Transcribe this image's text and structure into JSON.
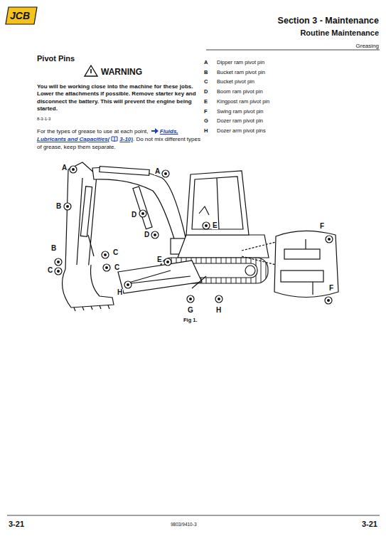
{
  "diagram": {
    "title": "Section 3 - Maintenance",
    "labels": [
      "JCB",
      "Routine Maintenance",
      "Greasing",
      "Pivot Pins",
      "WARNING",
      "You will be working close into the machine for these jobs. Lower the attachments if possible. Remove starter key and disconnect the battery. This will prevent the engine being started.",
      "8-3-1-3",
      "For the types of grease to use at each point,",
      "Fluids, Lubricants and Capacities",
      "(",
      "3-10)",
      ". Do not mix different types of grease, keep them separate.",
      "A",
      "Dipper ram pivot pin",
      "B",
      "Bucket ram pivot pin",
      "C",
      "Bucket pivot pin",
      "D",
      "Boom ram pivot pin",
      "E",
      "Kingpost ram pivot pin",
      "F",
      "Swing ram pivot pin",
      "G",
      "Dozer ram pivot pin",
      "H",
      "Dozer arm pivot pins",
      "A",
      "A",
      "B",
      "D",
      "E",
      "F",
      "D",
      "B",
      "C",
      "E",
      "C",
      "C",
      "F",
      "H",
      "G",
      "H",
      "Fig 1.",
      "3-21",
      "9803/9410-3",
      "3-21"
    ]
  }
}
